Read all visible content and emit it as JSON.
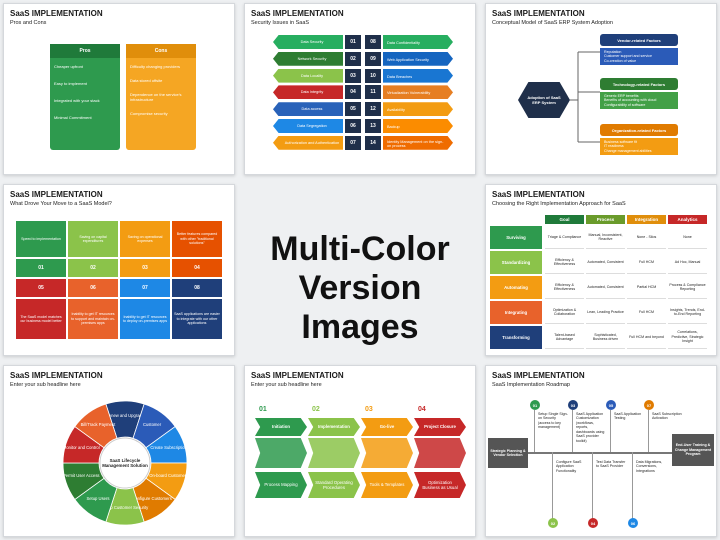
{
  "hero": {
    "line1": "Multi-Color",
    "line2": "Version Images"
  },
  "slides": {
    "s1": {
      "title": "SaaS IMPLEMENTATION",
      "subtitle": "Pros and Cons",
      "pros_label": "Pros",
      "cons_label": "Cons",
      "pros": [
        "Cheaper upfront",
        "Easy to implement",
        "Integrated with your stack",
        "Minimal Commitment"
      ],
      "cons": [
        "Difficulty changing providers",
        "Data stored offsite",
        "Dependence on the service's infrastructure",
        "Compromise security"
      ]
    },
    "s2": {
      "title": "SaaS IMPLEMENTATION",
      "subtitle": "Security Issues in SaaS",
      "rows": [
        {
          "left": "Data Security",
          "n1": "01",
          "n2": "08",
          "right": "Data Confidentiality",
          "lc": "#27ae60",
          "rc": "#27ae60"
        },
        {
          "left": "Network Security",
          "n1": "02",
          "n2": "09",
          "right": "Web Application Security",
          "lc": "#2e7d32",
          "rc": "#1565c0"
        },
        {
          "left": "Data Locality",
          "n1": "03",
          "n2": "10",
          "right": "Data Breaches",
          "lc": "#8bc34a",
          "rc": "#1976d2"
        },
        {
          "left": "Data Integrity",
          "n1": "04",
          "n2": "11",
          "right": "Virtualization Vulnerability",
          "lc": "#c62828",
          "rc": "#e67e22"
        },
        {
          "left": "Data access",
          "n1": "05",
          "n2": "12",
          "right": "Availability",
          "lc": "#2962b9",
          "rc": "#f39c12"
        },
        {
          "left": "Data Segregation",
          "n1": "06",
          "n2": "13",
          "right": "Backup",
          "lc": "#1e88e5",
          "rc": "#fb8c00"
        },
        {
          "left": "Authorization and Authentication",
          "n1": "07",
          "n2": "14",
          "right": "Identity Management on the sign-on process",
          "lc": "#f39c12",
          "rc": "#ef6c00"
        }
      ]
    },
    "s3": {
      "title": "SaaS IMPLEMENTATION",
      "subtitle": "Conceptual Model of SaaS ERP System Adoption",
      "center": "Adoption of SaaS ERP System",
      "groups": [
        {
          "head": "Vendor-related Factors",
          "items": [
            "Reputation",
            "Customer support and service",
            "Co-creation of value"
          ]
        },
        {
          "head": "Technology-related Factors",
          "items": [
            "Generic ERP benefits",
            "Benefits of accounting with cloud",
            "Configurability of software"
          ]
        },
        {
          "head": "Organization-related Factors",
          "items": [
            "Business software fit",
            "IT readiness",
            "Change management abilities"
          ]
        }
      ]
    },
    "s4": {
      "title": "SaaS IMPLEMENTATION",
      "subtitle": "What Drove Your Move to a SaaS Model?",
      "top": [
        "Speed to implementation",
        "Saving on capital expenditures",
        "Saving on operational expenses",
        "Better features compared with other \"traditional solutions\""
      ],
      "topnum": [
        "01",
        "02",
        "03",
        "04"
      ],
      "botnum": [
        "05",
        "06",
        "07",
        "08"
      ],
      "bottom": [
        "The SaaS model matches our business model better",
        "Inability to get IT resources to support and maintain on-premises apps",
        "Inability to get IT resources to deploy on-premises apps",
        "SaaS applications are easier to integrate with our other applications"
      ]
    },
    "s5": {
      "title": "SaaS IMPLEMENTATION",
      "subtitle": "Choosing the Right Implementation Approach for SaaS",
      "cols": [
        "Goal",
        "Process",
        "Integration",
        "Analytics"
      ],
      "rows": [
        {
          "label": "Surviving",
          "cells": [
            "Triage & Compliance",
            "Manual, Inconsistent, Reactive",
            "None - Silos",
            "None"
          ]
        },
        {
          "label": "Standardizing",
          "cells": [
            "Efficiency & Effectiveness",
            "Automated, Consistent",
            "Full HCM",
            "Ad Hoc, Manual"
          ]
        },
        {
          "label": "Automating",
          "cells": [
            "Efficiency & Effectiveness",
            "Automated, Consistent",
            "Partial HCM",
            "Process & Compliance Reporting"
          ]
        },
        {
          "label": "Integrating",
          "cells": [
            "Optimization & Collaboration",
            "Lean, Leading Practice",
            "Full HCM",
            "Insights, Trends, End-to-End Reporting"
          ]
        },
        {
          "label": "Transforming",
          "cells": [
            "Talent-based Advantage",
            "Sophisticated, Business driven",
            "Full HCM and beyond",
            "Correlations, Predictive, Strategic Insight"
          ]
        }
      ]
    },
    "s6": {
      "title": "SaaS IMPLEMENTATION",
      "subtitle": "Enter your sub headline here",
      "center": "SaaS Lifecycle Management Solution",
      "segments": [
        "Renew and Upgrade",
        "Customer",
        "Create Subscription",
        "On-board Customers",
        "Configure Customers",
        "Setup Customer Security",
        "Setup Users",
        "Permit User Access",
        "Monitor and Control",
        "Bill/Track Payment"
      ]
    },
    "s7": {
      "title": "SaaS IMPLEMENTATION",
      "subtitle": "Enter your sub headline here",
      "steps": [
        {
          "num": "01",
          "head": "Initiation",
          "body": "Process Mapping"
        },
        {
          "num": "02",
          "head": "Implementation",
          "body": "Standard Operating Procedures"
        },
        {
          "num": "03",
          "head": "Go-live",
          "body": "Tools & Templates"
        },
        {
          "num": "04",
          "head": "Project Closure",
          "body": "Optimization Business as Usual"
        }
      ]
    },
    "s8": {
      "title": "SaaS IMPLEMENTATION",
      "subtitle": "SaaS Implementation Roadmap",
      "start": "Strategic Planning & Vendor Selection",
      "end": "End-User Training & Change Management Program",
      "top": [
        {
          "n": "01",
          "t": "Setup Single Sign-on Security (access to key management)"
        },
        {
          "n": "03",
          "t": "SaaS Application Customization (workflows, reports, dashboards using SaaS provider toolkit)"
        },
        {
          "n": "05",
          "t": "SaaS Application Testing"
        },
        {
          "n": "07",
          "t": "SaaS Subscription Activation"
        }
      ],
      "bottom": [
        {
          "n": "02",
          "t": "Configure SaaS Application Functionality"
        },
        {
          "n": "04",
          "t": "Test Data Transfer to SaaS Provider"
        },
        {
          "n": "06",
          "t": "Data Migrations, Conversions, Integrations"
        }
      ]
    }
  }
}
